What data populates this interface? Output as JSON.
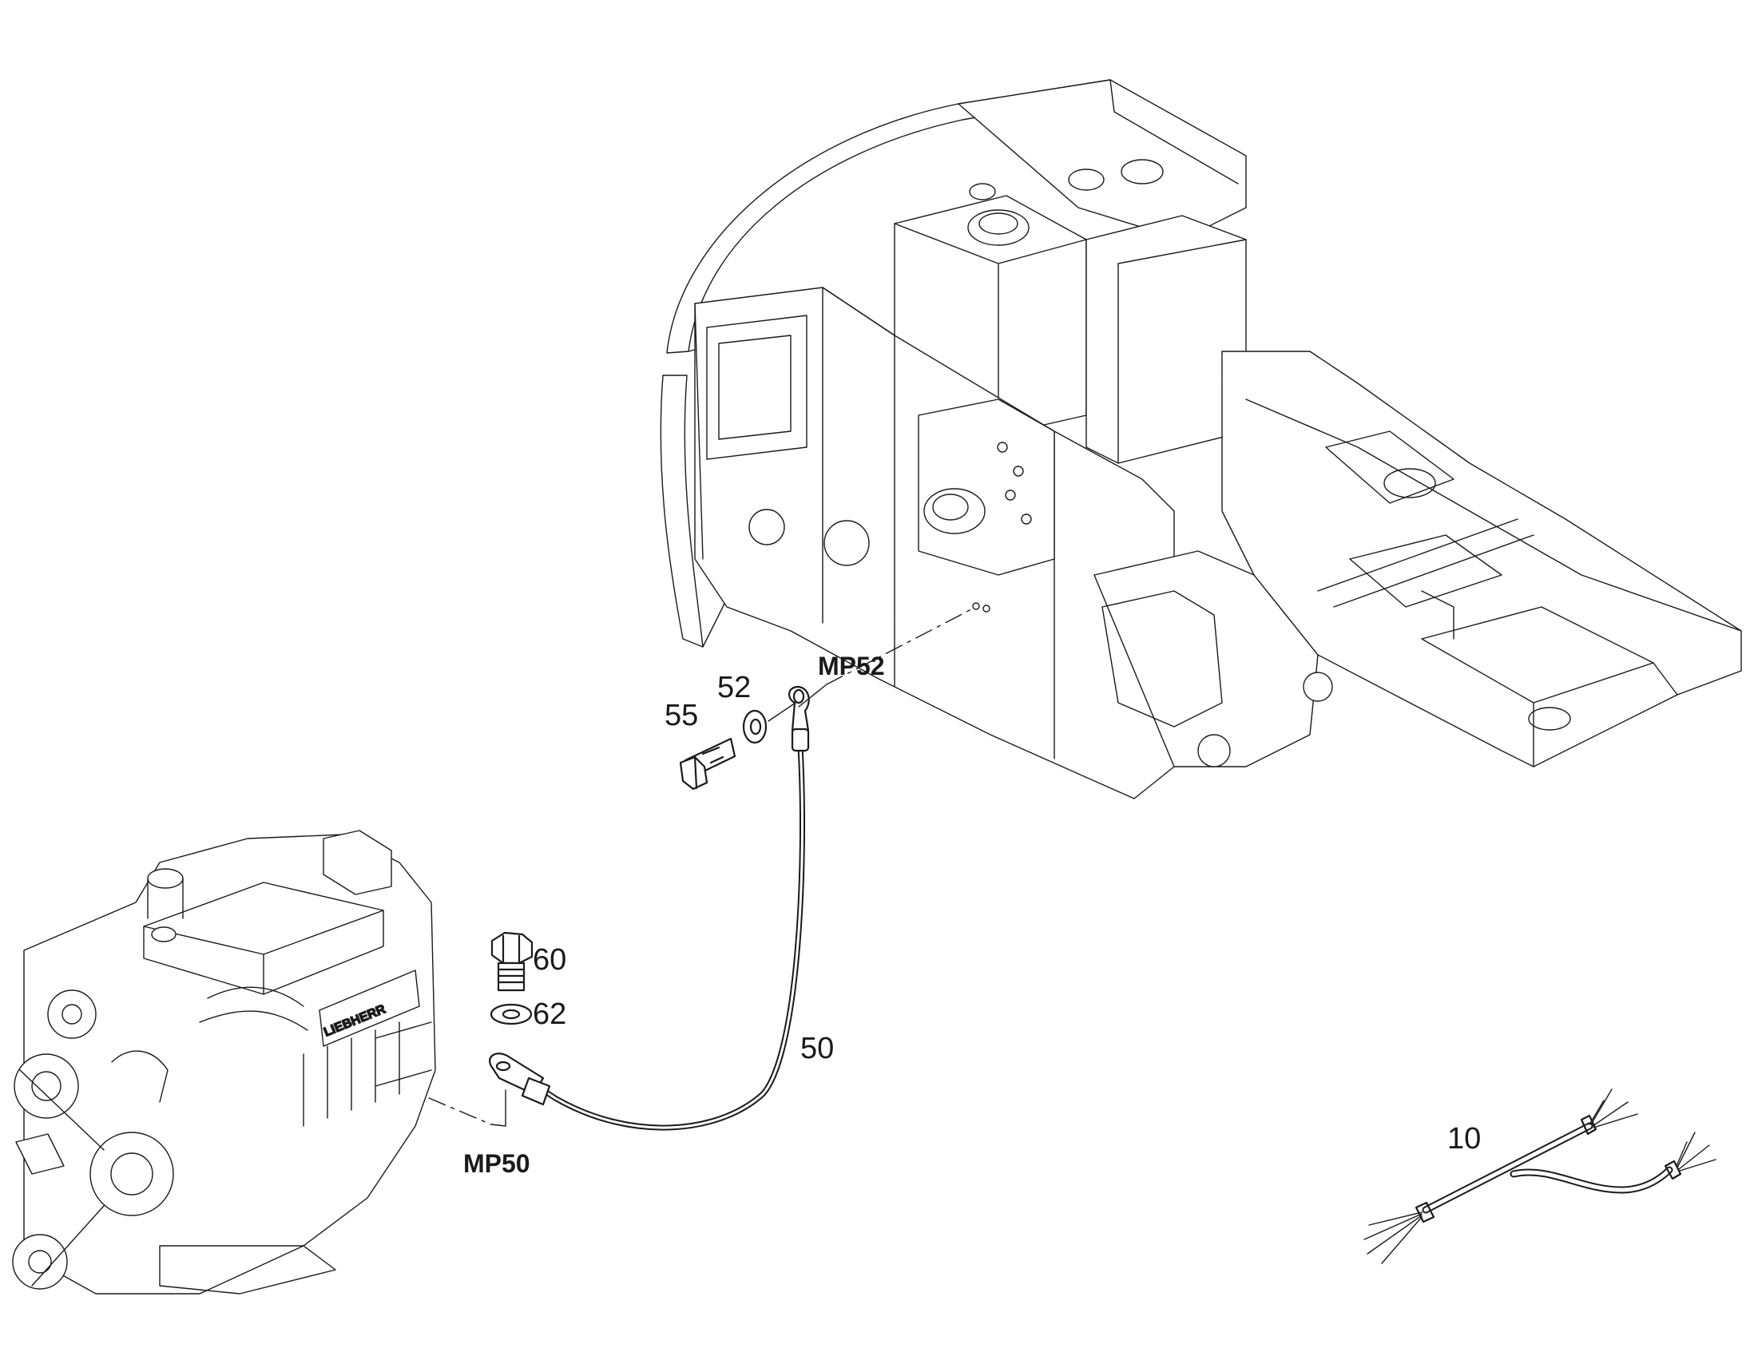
{
  "callouts": {
    "p10": "10",
    "p50": "50",
    "p52": "52",
    "p55": "55",
    "p60": "60",
    "p62": "62"
  },
  "mounting_points": {
    "mp50": "MP50",
    "mp52": "MP52"
  },
  "engine_brand_plate": "LIEBHERR"
}
